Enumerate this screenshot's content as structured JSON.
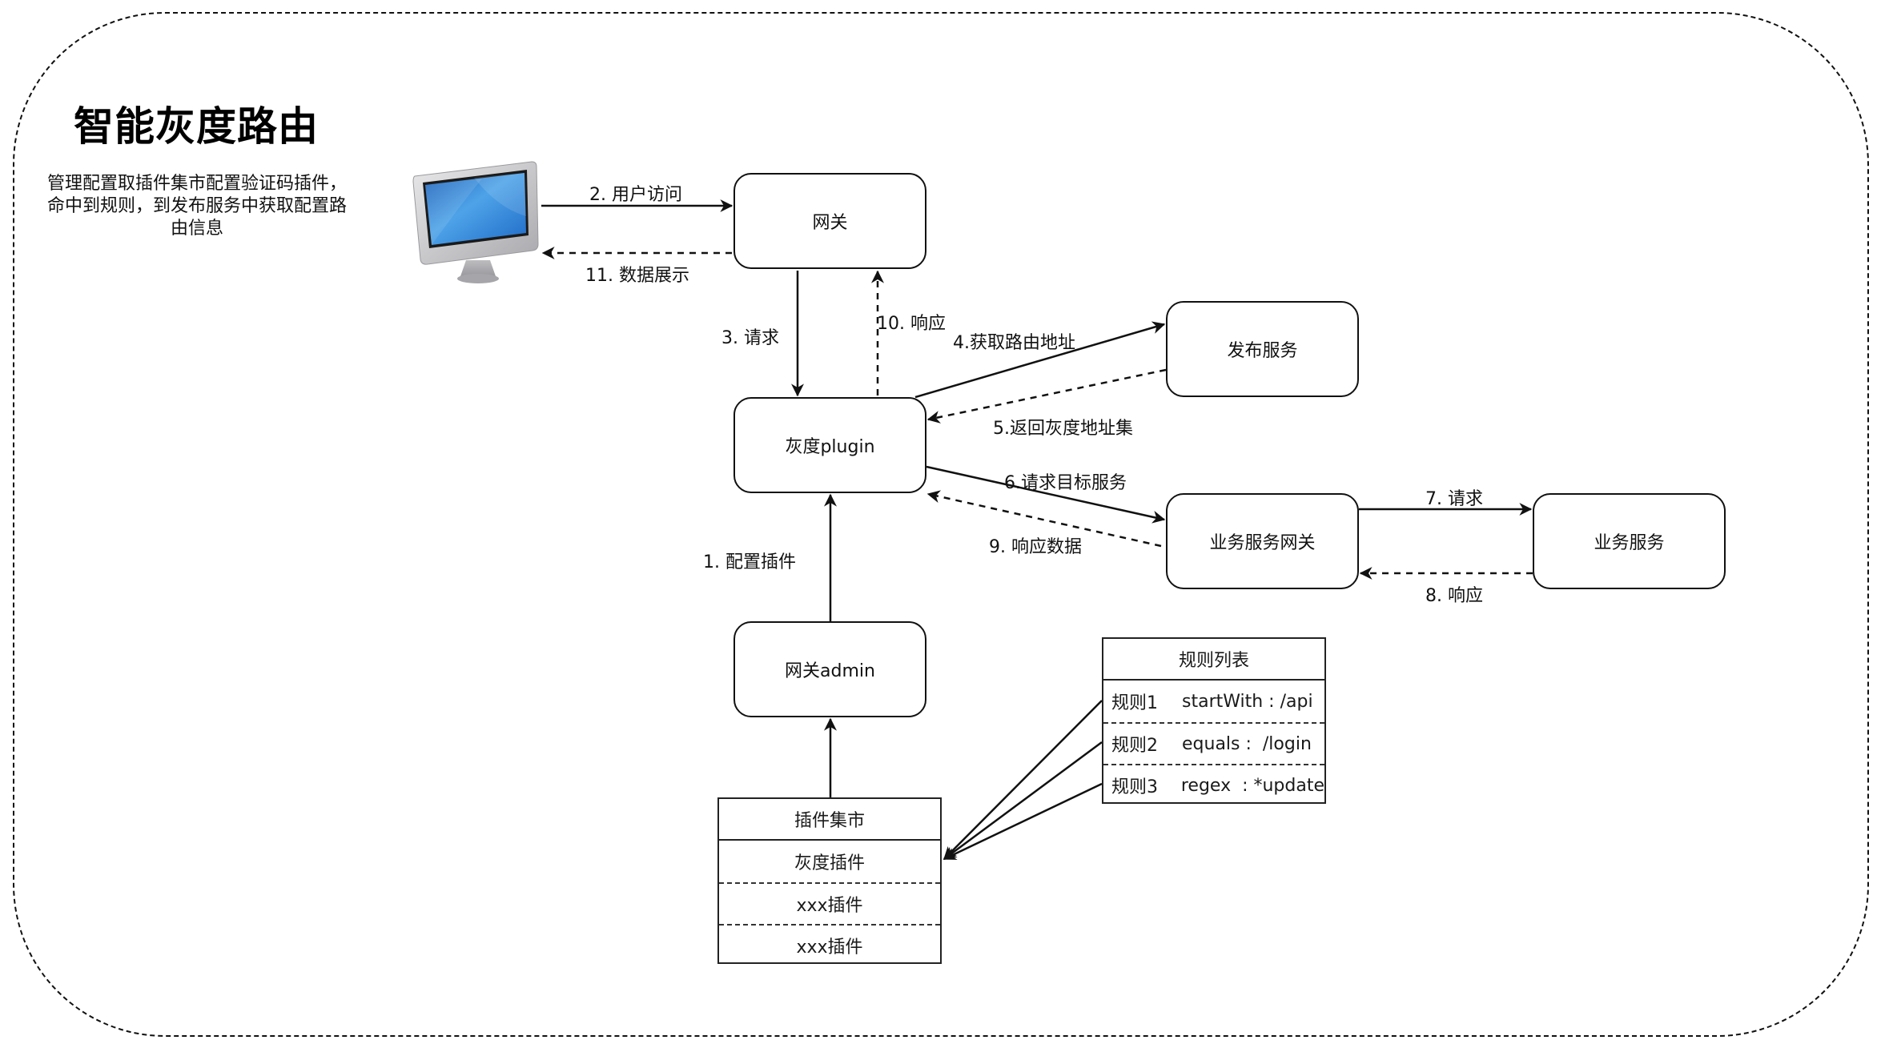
{
  "title": "智能灰度路由",
  "description": "管理配置取插件集市配置验证码插件，命中到规则，到发布服务中获取配置路由信息",
  "icons": {
    "client": "desktop-monitor-icon"
  },
  "nodes": {
    "gateway": "网关",
    "gray_plugin": "灰度plugin",
    "publish_service": "发布服务",
    "biz_gateway": "业务服务网关",
    "biz_service": "业务服务",
    "gateway_admin": "网关admin"
  },
  "plugin_market": {
    "header": "插件集市",
    "items": [
      "灰度插件",
      "xxx插件",
      "xxx插件"
    ]
  },
  "rule_list": {
    "header": "规则列表",
    "rules": [
      {
        "name": "规则1",
        "expr": "startWith : /api"
      },
      {
        "name": "规则2",
        "expr": "equals :  /login"
      },
      {
        "name": "规则3",
        "expr": "regex  : *update"
      }
    ]
  },
  "edges": {
    "e1": "1. 配置插件",
    "e2": "2. 用户访问",
    "e3": "3. 请求",
    "e4": "4.获取路由地址",
    "e5": "5.返回灰度地址集",
    "e6": "6.请求目标服务",
    "e7": "7. 请求",
    "e8": "8. 响应",
    "e9": "9. 响应数据",
    "e10": "10. 响应",
    "e11": "11. 数据展示"
  }
}
